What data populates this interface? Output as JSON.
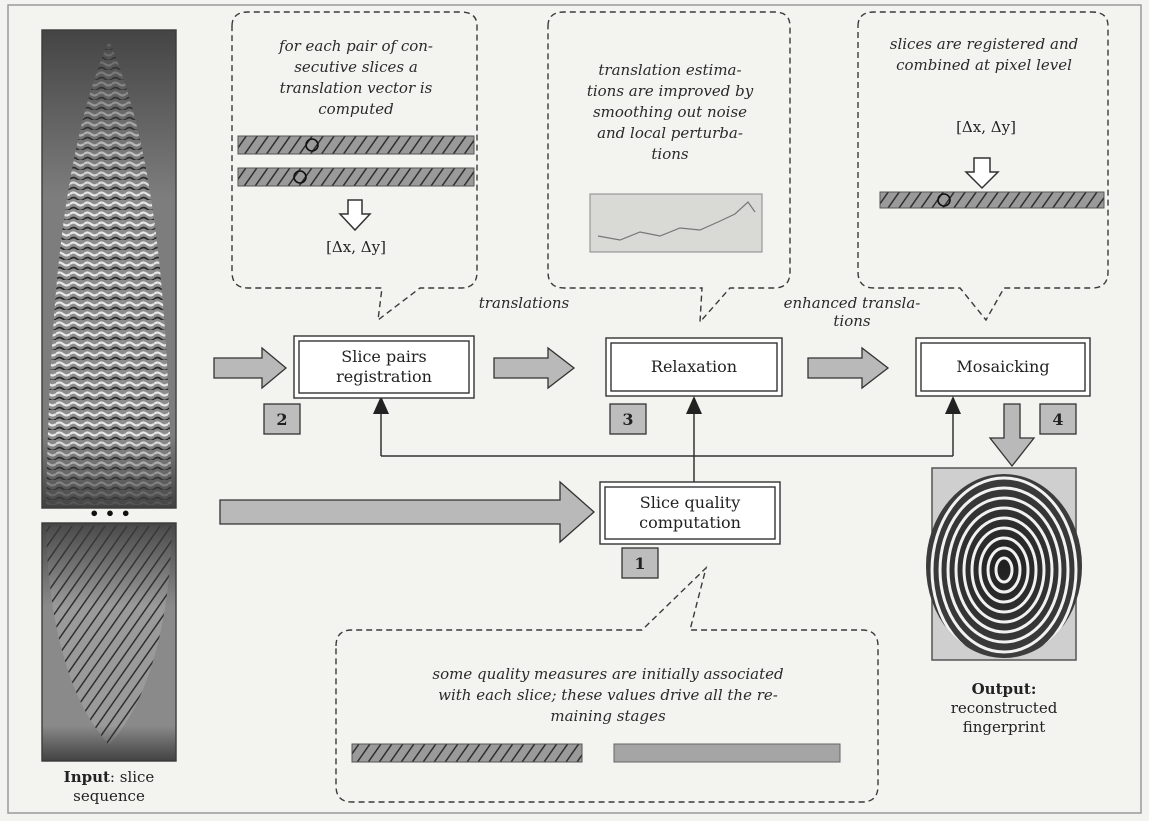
{
  "stages": [
    {
      "number": "1",
      "label_line1": "Slice quality",
      "label_line2": "computation"
    },
    {
      "number": "2",
      "label_line1": "Slice pairs",
      "label_line2": "registration"
    },
    {
      "number": "3",
      "label_line1": "Relaxation",
      "label_line2": ""
    },
    {
      "number": "4",
      "label_line1": "Mosaicking",
      "label_line2": ""
    }
  ],
  "bubbles": {
    "registration": [
      "for each pair of con-",
      "secutive slices a",
      "translation vector is",
      "computed"
    ],
    "relaxation": [
      "translation estima-",
      "tions are improved by",
      "smoothing out noise",
      "and local perturba-",
      "tions"
    ],
    "mosaicking": [
      "slices are registered and",
      "combined at pixel level"
    ],
    "quality": [
      "some quality measures are initially associated",
      "with each slice; these values drive all the re-",
      "maining stages"
    ]
  },
  "delta_label": "[Δx, Δy]",
  "flow_labels": {
    "translations": "translations",
    "enhanced_line1": "enhanced transla-",
    "enhanced_line2": "tions"
  },
  "input_caption": {
    "bold": "Input",
    "rest": ": slice",
    "line2": "sequence"
  },
  "output_caption": {
    "line1": "Output:",
    "line2": "reconstructed",
    "line3": "fingerprint"
  },
  "ellipsis": "• • •",
  "colors": {
    "arrow_fill": "#b9b9b9",
    "box_fill": "#ffffff",
    "label_box": "#bdbdbd",
    "line": "#3a3a3a"
  }
}
